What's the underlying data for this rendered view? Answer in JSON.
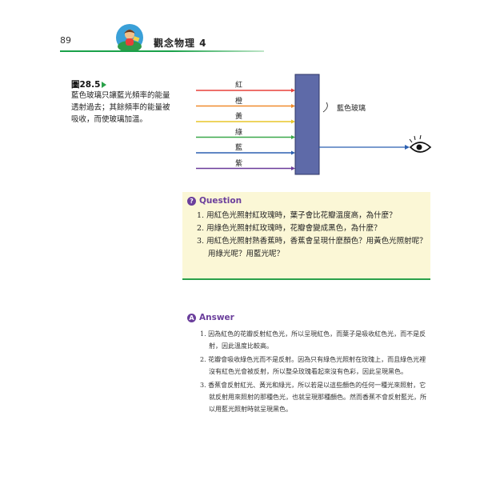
{
  "header": {
    "page_number": "89",
    "book_title": "觀念物理 4"
  },
  "figure": {
    "label": "圖28.5",
    "caption": "藍色玻璃只讓藍光頻率的能量透射過去；其餘頻率的能量被吸收，而使玻璃加溫。",
    "glass_label": "藍色玻璃",
    "rays": [
      {
        "label": "紅",
        "color": "#e8403a"
      },
      {
        "label": "橙",
        "color": "#f08a2c"
      },
      {
        "label": "黃",
        "color": "#e9c52a"
      },
      {
        "label": "綠",
        "color": "#3aa84a"
      },
      {
        "label": "藍",
        "color": "#2b5fb0"
      },
      {
        "label": "紫",
        "color": "#6a3a9a"
      }
    ],
    "glass_color": "#5e6aa8",
    "icons": {
      "eye": "eye-icon"
    }
  },
  "question": {
    "badge": "?",
    "title": "Question",
    "items": [
      "1. 用紅色光照射紅玫瑰時，葉子會比花瓣溫度高，為什麼？",
      "2. 用綠色光照射紅玫瑰時，花瓣會變成黑色，為什麼？",
      "3. 用紅色光照射熟香蕉時，香蕉會呈現什麼顏色？用黃色光照射呢？用綠光呢？用藍光呢？"
    ]
  },
  "answer": {
    "badge": "A",
    "title": "Answer",
    "items": [
      "1. 因為紅色的花瓣反射紅色光，所以呈現紅色，而葉子是吸收紅色光，而不是反射，因此溫度比較高。",
      "2. 花瓣會吸收綠色光而不是反射。因為只有綠色光照射在玫瑰上，而且綠色光裡沒有紅色光會被反射，所以整朵玫瑰看起來沒有色彩，因此呈現黑色。",
      "3. 香蕉會反射紅光、黃光和綠光，所以若是以這些顏色的任何一種光來照射，它就反射用來照射的那種色光，也就呈現那種顏色。然而香蕉不會反射藍光，所以用藍光照射時就呈現黑色。"
    ]
  },
  "colors": {
    "accent_green": "#2aa14a",
    "purple": "#6b3f9c",
    "question_bg": "#fbf7d6"
  }
}
